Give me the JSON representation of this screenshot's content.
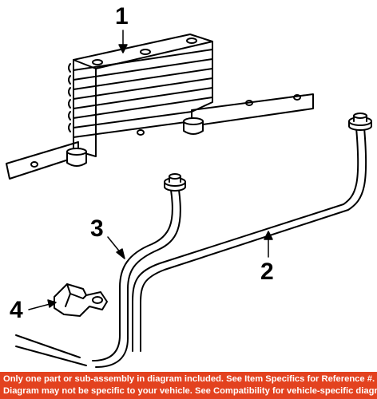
{
  "callouts": {
    "c1": "1",
    "c2": "2",
    "c3": "3",
    "c4": "4"
  },
  "parts": [
    {
      "number": "1",
      "icon": "oil-cooler-icon"
    },
    {
      "number": "2",
      "icon": "cooler-line-icon"
    },
    {
      "number": "3",
      "icon": "cooler-line-icon"
    },
    {
      "number": "4",
      "icon": "line-clip-icon"
    }
  ],
  "footer": {
    "line1": "Only one part or sub-assembly in diagram included. See Item Specifics for Reference #.",
    "line2": "Diagram may not be specific to your vehicle. See Compatibility for vehicle-specific diagrams."
  },
  "colors": {
    "footer_bg": "#e3421f",
    "footer_text": "#ffffff",
    "line_art": "#000000"
  }
}
